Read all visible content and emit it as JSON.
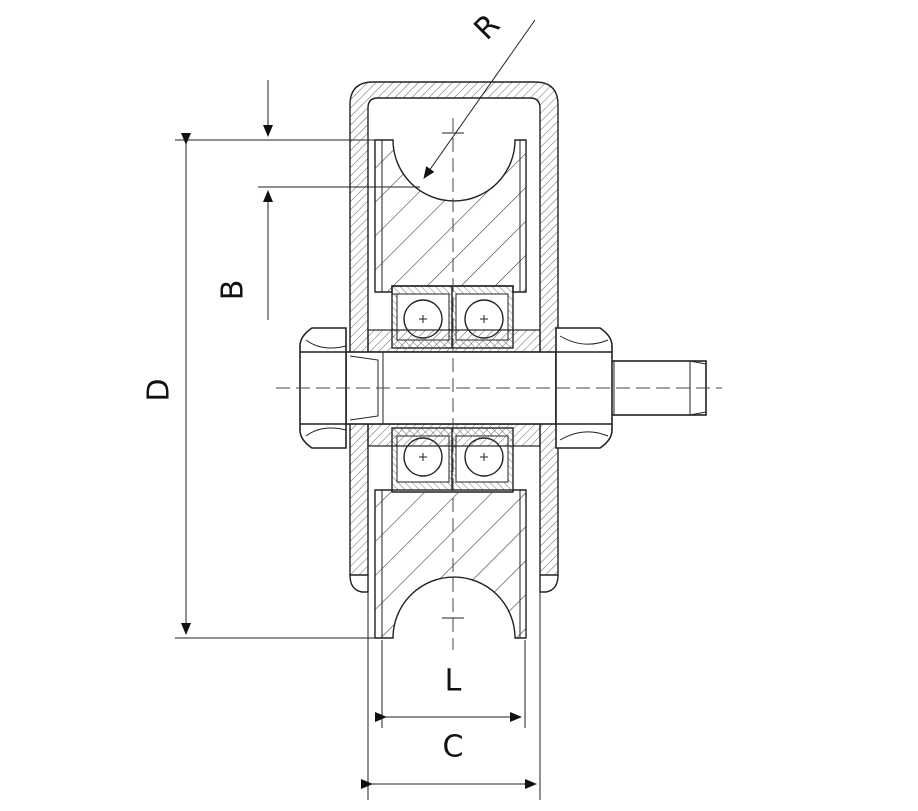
{
  "labels": {
    "radius": "R",
    "bearing_height": "B",
    "diameter": "D",
    "groove_width": "L",
    "total_width": "C"
  },
  "colors": {
    "line": "#222222",
    "hatch": "#555555",
    "background": "#ffffff"
  }
}
